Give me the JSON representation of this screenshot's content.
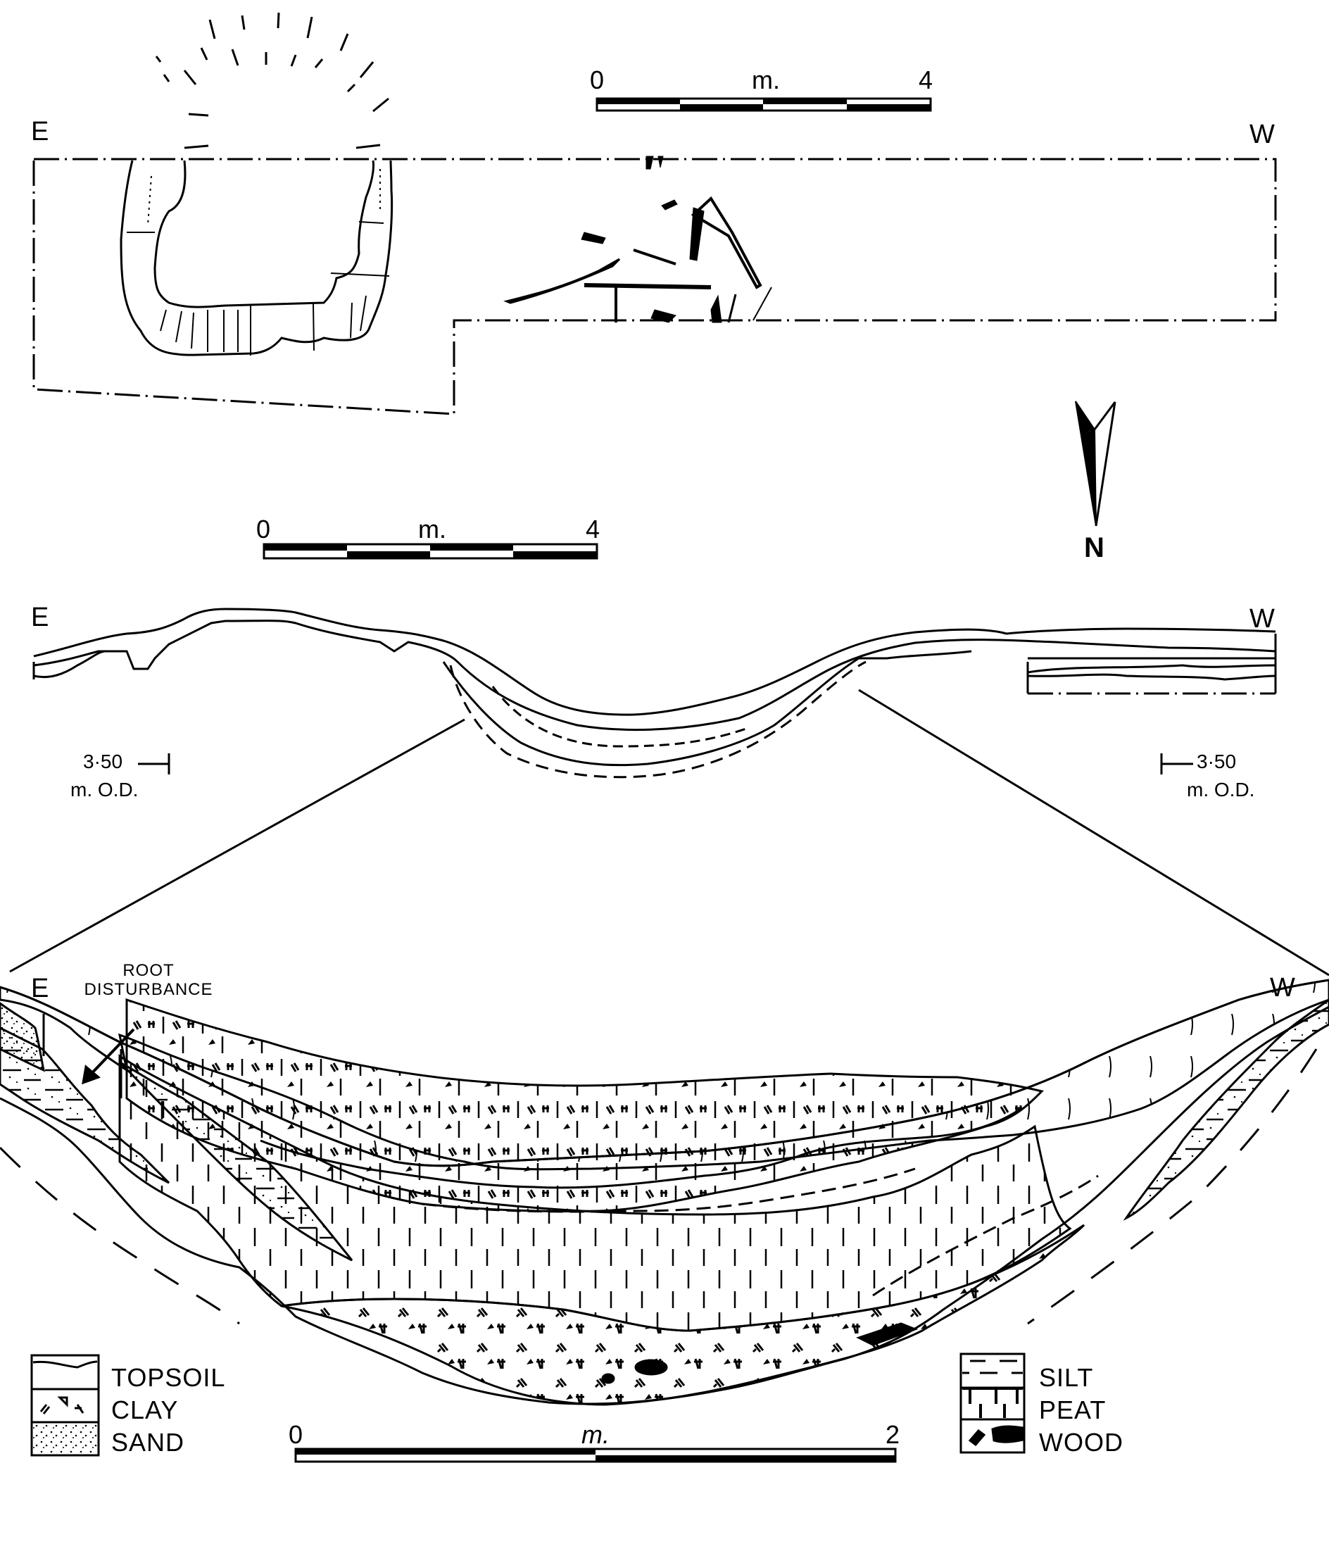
{
  "figure": {
    "type": "archaeological plan and sections",
    "plan": {
      "label_left": "E",
      "label_right": "W",
      "scale_bar": {
        "start": "0",
        "unit": "m.",
        "end": "4"
      }
    },
    "north_arrow": {
      "label": "N"
    },
    "section_overview": {
      "label_left": "E",
      "label_right": "W",
      "scale_bar": {
        "start": "0",
        "unit": "m.",
        "end": "4"
      },
      "datum_left": {
        "value": "3·50",
        "unit": "m. O.D."
      },
      "datum_right": {
        "value": "3·50",
        "unit": "m. O.D."
      }
    },
    "section_detail": {
      "label_left": "E",
      "label_right": "W",
      "annotation": {
        "line1": "ROOT",
        "line2": "DISTURBANCE"
      },
      "scale_bar": {
        "start": "0",
        "unit": "m.",
        "end": "2"
      }
    },
    "legend": {
      "left": [
        {
          "key": "topsoil",
          "label": "TOPSOIL"
        },
        {
          "key": "clay",
          "label": "CLAY"
        },
        {
          "key": "sand",
          "label": "SAND"
        }
      ],
      "right": [
        {
          "key": "silt",
          "label": "SILT"
        },
        {
          "key": "peat",
          "label": "PEAT"
        },
        {
          "key": "wood",
          "label": "WOOD"
        }
      ]
    },
    "colors": {
      "ink": "#000000",
      "paper": "#ffffff"
    }
  }
}
